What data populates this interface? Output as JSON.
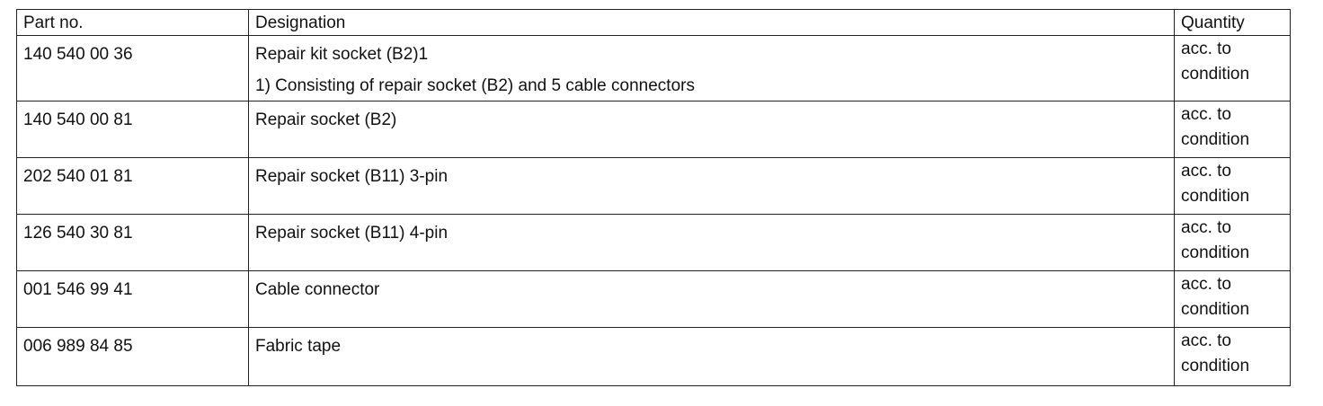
{
  "table": {
    "headers": {
      "part_no": "Part no.",
      "designation": "Designation",
      "quantity": "Quantity"
    },
    "rows": [
      {
        "part_no": "140 540 00 36",
        "designation": "Repair kit socket (B2)1",
        "note": "1) Consisting of repair socket (B2) and 5 cable connectors",
        "quantity_line1": "acc. to",
        "quantity_line2": "condition"
      },
      {
        "part_no": "140 540 00 81",
        "designation": "Repair socket (B2)",
        "quantity_line1": "acc. to",
        "quantity_line2": "condition"
      },
      {
        "part_no": "202 540 01 81",
        "designation": "Repair socket (B11) 3-pin",
        "quantity_line1": "acc. to",
        "quantity_line2": "condition"
      },
      {
        "part_no": "126 540 30 81",
        "designation": "Repair socket (B11) 4-pin",
        "quantity_line1": "acc. to",
        "quantity_line2": "condition"
      },
      {
        "part_no": "001 546 99 41",
        "designation": "Cable connector",
        "quantity_line1": "acc. to",
        "quantity_line2": "condition"
      },
      {
        "part_no": "006 989 84 85",
        "designation": "Fabric tape",
        "quantity_line1": "acc. to",
        "quantity_line2": "condition"
      }
    ]
  }
}
